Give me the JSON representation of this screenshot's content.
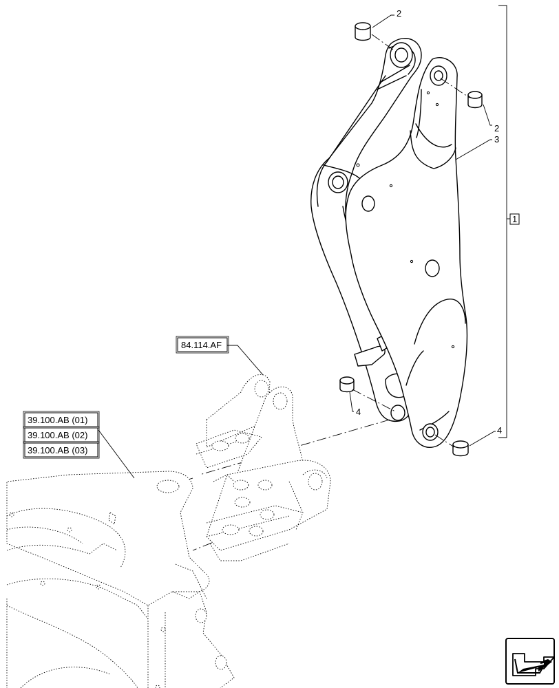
{
  "callouts": {
    "bushing_top": "2",
    "bushing_right": "2",
    "boom": "3",
    "bushing_lower_left": "4",
    "bushing_lower_right": "4",
    "assembly": "1"
  },
  "references": {
    "swing_bracket": "84.114.AF",
    "frame_1": "39.100.AB (01)",
    "frame_2": "39.100.AB (02)",
    "frame_3": "39.100.AB (03)"
  },
  "icons": {
    "navigation": "next-page-arrow-icon"
  }
}
